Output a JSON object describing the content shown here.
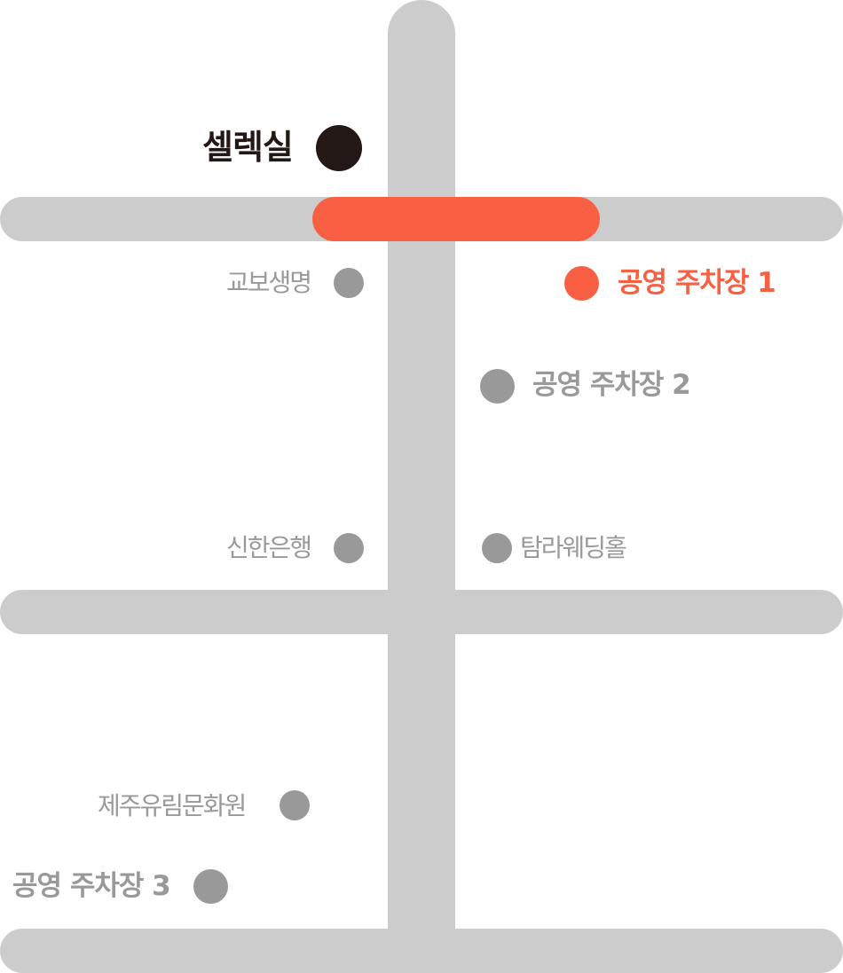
{
  "colors": {
    "road": "#cccccc",
    "highlight": "#f95f42",
    "poi": "#999999",
    "text_gray": "#999999",
    "selected": "#231815",
    "accent_text": "#f95f42"
  },
  "roads": {
    "vertical": "main-vertical-road",
    "horizontal_top": "upper-cross-road",
    "horizontal_middle": "middle-cross-road",
    "horizontal_bottom": "lower-cross-road"
  },
  "places": {
    "venue": {
      "label": "셀렉실",
      "icon": "location-dot"
    },
    "parking1": {
      "label": "공영 주차장 1",
      "icon": "parking-dot"
    },
    "parking2": {
      "label": "공영 주차장 2",
      "icon": "parking-dot"
    },
    "parking3": {
      "label": "공영 주차장 3",
      "icon": "parking-dot"
    },
    "kyobo": {
      "label": "교보생명",
      "icon": "landmark-dot"
    },
    "shinhan": {
      "label": "신한은행",
      "icon": "landmark-dot"
    },
    "tamra": {
      "label": "탐라웨딩홀",
      "icon": "landmark-dot"
    },
    "jeju_glass": {
      "label": "제주유림문화원",
      "icon": "landmark-dot"
    }
  }
}
